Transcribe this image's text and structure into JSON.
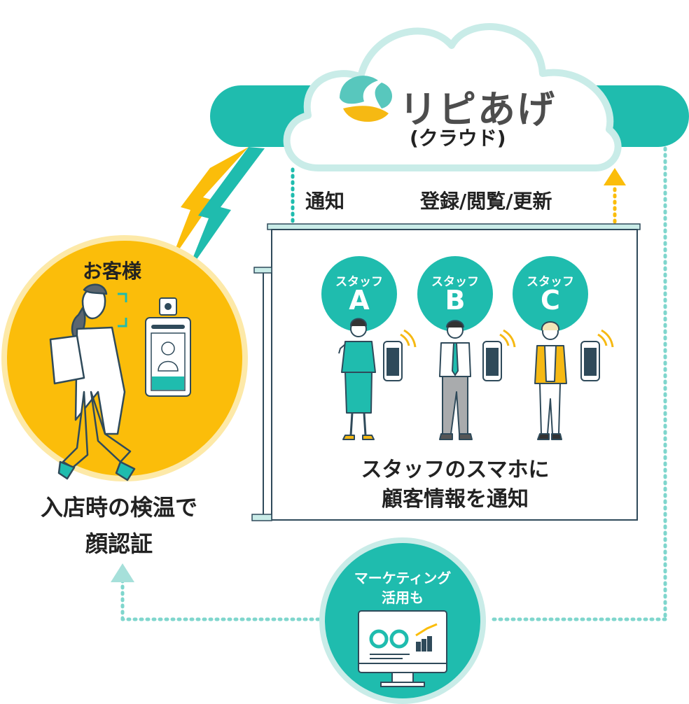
{
  "cloud": {
    "brand_name": "リピあげ",
    "brand_sub": "(クラウド)"
  },
  "flow": {
    "notify": "通知",
    "register": "登録/閲覧/更新"
  },
  "customer": {
    "title": "お客様",
    "caption_line1": "入店時の検温で",
    "caption_line2": "顔認証"
  },
  "staff": [
    {
      "label": "スタッフ",
      "letter": "A"
    },
    {
      "label": "スタッフ",
      "letter": "B"
    },
    {
      "label": "スタッフ",
      "letter": "C"
    }
  ],
  "board": {
    "caption_line1": "スタッフのスマホに",
    "caption_line2": "顧客情報を通知"
  },
  "marketing": {
    "line1": "マーケティング",
    "line2": "活用も"
  },
  "colors": {
    "teal": "#1fbcae",
    "teal_light": "#c9ece8",
    "yellow": "#fbbd0a",
    "yellow_light": "#fde9a8",
    "ink": "#222222"
  }
}
